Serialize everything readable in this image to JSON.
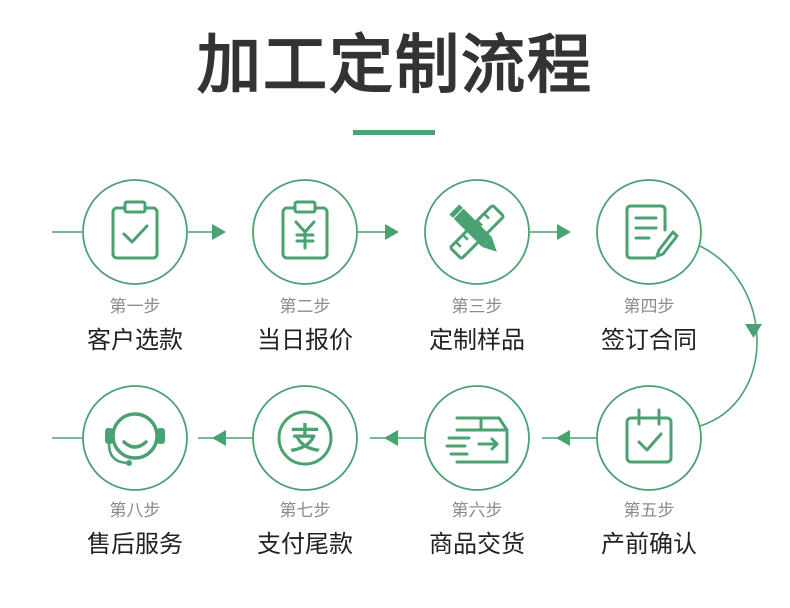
{
  "title": "加工定制流程",
  "colors": {
    "accent": "#4aa272",
    "title_text": "#333333",
    "step_number_text": "#8c8c8c",
    "step_name_text": "#222222"
  },
  "steps": [
    {
      "number": "第一步",
      "name": "客户选款",
      "icon": "clipboard-check-icon"
    },
    {
      "number": "第二步",
      "name": "当日报价",
      "icon": "clipboard-yuan-icon"
    },
    {
      "number": "第三步",
      "name": "定制样品",
      "icon": "pencil-ruler-icon"
    },
    {
      "number": "第四步",
      "name": "签订合同",
      "icon": "contract-pen-icon"
    },
    {
      "number": "第五步",
      "name": "产前确认",
      "icon": "calendar-check-icon"
    },
    {
      "number": "第六步",
      "name": "商品交货",
      "icon": "delivery-box-icon"
    },
    {
      "number": "第七步",
      "name": "支付尾款",
      "icon": "alipay-icon"
    },
    {
      "number": "第八步",
      "name": "售后服务",
      "icon": "headset-service-icon"
    }
  ]
}
